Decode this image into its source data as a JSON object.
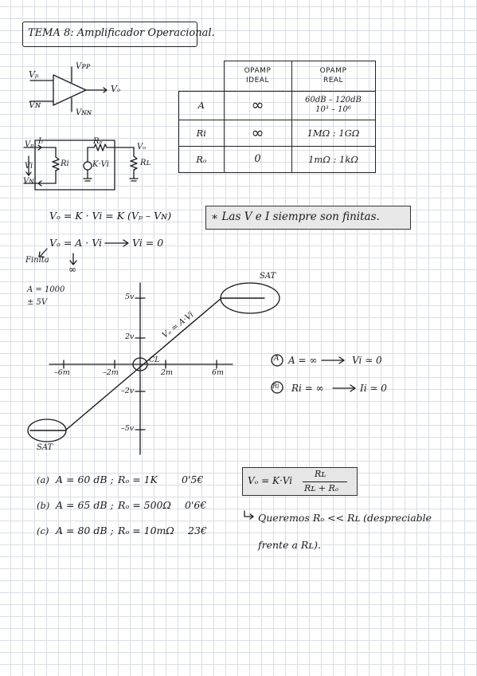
{
  "title": "TEMA 8: Amplificador Operacional.",
  "opamp_symbol": {
    "vp": "Vₚ",
    "vn": "Vɴ",
    "vpp": "Vᴘᴘ",
    "vnn": "Vɴɴ",
    "vo": "Vₒ"
  },
  "circuit_model": {
    "vp": "Vₚ",
    "ii": "Iᵢ",
    "vi": "Vi",
    "ri": "Ri",
    "vn": "Vɴ",
    "ro": "Rₒ",
    "source": "K·Vi",
    "vo": "Vₒ",
    "rl": "Rʟ"
  },
  "table": {
    "col_ideal": [
      "OPAMP",
      "IDEAL"
    ],
    "col_real": [
      "OPAMP",
      "REAL"
    ],
    "rows": [
      {
        "param": "A",
        "ideal": "∞",
        "real_line1": "60dB – 120dB",
        "real_line2": "10³  –  10⁶"
      },
      {
        "param": "Ri",
        "ideal": "∞",
        "real_line1": "1MΩ : 1GΩ",
        "real_line2": ""
      },
      {
        "param": "Rₒ",
        "ideal": "0",
        "real_line1": "1mΩ : 1kΩ",
        "real_line2": ""
      }
    ]
  },
  "equations": {
    "vo_eq": "Vₒ = K · Vi = K (Vₚ – Vɴ)",
    "vo_a": "Vₒ = A · Vi",
    "vi_zero": "Vi = 0",
    "finita": "Finita",
    "infinity": "∞"
  },
  "note": "∗ Las  V  e  I  siempre  son  finitas.",
  "graph": {
    "a_value": "A = 1000",
    "supply": "± 5V",
    "y_ticks": [
      "5v",
      "2v",
      "–2v",
      "–5v"
    ],
    "x_ticks": [
      "–6m",
      "–2m",
      "2m",
      "6m"
    ],
    "line_label": "Vₒ = A·Vi",
    "cl_label": "CL",
    "sat_top": "SAT",
    "sat_bottom": "SAT"
  },
  "conclusions": {
    "a": "A = ∞",
    "a_result": "Vi ≃ 0",
    "ri": "Ri = ∞",
    "ri_result": "Ii ≃ 0",
    "a_circle": "A",
    "ri_circle": "Ri"
  },
  "options": [
    {
      "label": "(a)",
      "gain": "A = 60 dB ;",
      "ro": "Rₒ = 1K",
      "price": "0'5€"
    },
    {
      "label": "(b)",
      "gain": "A = 65 dB ;",
      "ro": "Rₒ = 500Ω",
      "price": "0'6€"
    },
    {
      "label": "(c)",
      "gain": "A = 80 dB ;",
      "ro": "Rₒ = 10mΩ",
      "price": "23€"
    }
  ],
  "divider_formula": {
    "lhs": "Vₒ = K·Vi",
    "numerator": "Rʟ",
    "denominator": "Rʟ + Rₒ"
  },
  "conclusion_text": {
    "line1": "Queremos  Rₒ << Rʟ  (despreciable",
    "line2": "frente  a  Rʟ)."
  }
}
